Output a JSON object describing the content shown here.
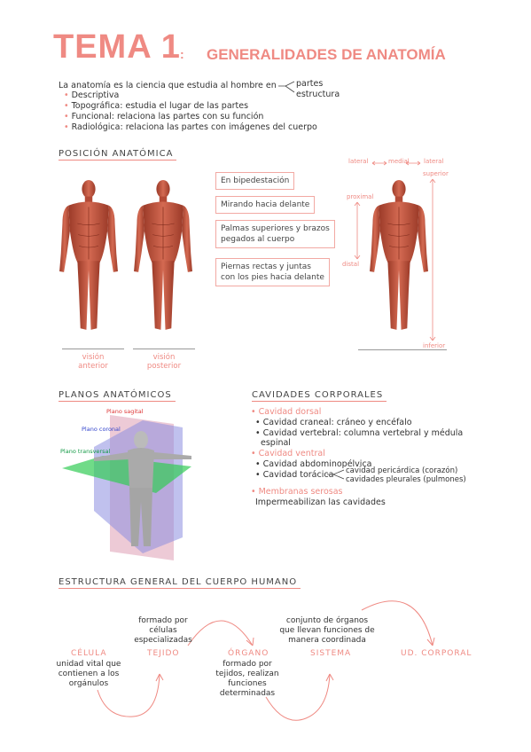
{
  "title": {
    "number": "TEMA 1",
    "colon": ":",
    "subtitle": "GENERALIDADES DE ANATOMÍA"
  },
  "intro": {
    "definition": "La anatomía es la ciencia que estudia al hombre en",
    "branch_1": "partes",
    "branch_2": "estructura",
    "types": [
      {
        "name": "Descriptiva",
        "desc": ""
      },
      {
        "name": "Topográfica",
        "desc": ": estudia el lugar de las partes"
      },
      {
        "name": "Funcional",
        "desc": ": relaciona las partes con su función"
      },
      {
        "name": "Radiológica",
        "desc": ": relaciona las partes con imágenes del cuerpo"
      }
    ]
  },
  "posicion": {
    "heading": "POSICIÓN ANATÓMICA",
    "boxes": [
      "En bipedestación",
      "Mirando hacia delante",
      "Palmas superiores y brazos",
      "pegados al cuerpo",
      "Piernas rectas y juntas",
      "con los pies hacia delante"
    ],
    "labels": {
      "anterior_1": "visión",
      "anterior_2": "anterior",
      "posterior_1": "visión",
      "posterior_2": "posterior",
      "lateral_left": "lateral",
      "medial": "medial",
      "lateral_right": "lateral",
      "superior": "superior",
      "proximal": "proximal",
      "distal": "distal",
      "inferior": "inferior"
    }
  },
  "planos": {
    "heading": "PLANOS ANATÓMICOS",
    "sagital": "Plano sagital",
    "coronal": "Plano coronal",
    "transversal": "Plano transversal"
  },
  "cavidades": {
    "heading": "CAVIDADES CORPORALES",
    "dorsal": "Cavidad dorsal",
    "craneal": "Cavidad craneal: cráneo y encéfalo",
    "vertebral_1": "Cavidad vertebral: columna vertebral y médula",
    "vertebral_2": "espinal",
    "ventral": "Cavidad ventral",
    "abdomino": "Cavidad abdominopélvica",
    "toracica": "Cavidad torácica",
    "pericardica": "cavidad pericárdica (corazón)",
    "pleurales": "cavidades pleurales (pulmones)",
    "membranas": "Membranas serosas",
    "imperm": "Impermeabilizan las cavidades"
  },
  "estructura": {
    "heading": "ESTRUCTURA GENERAL DEL CUERPO HUMANO",
    "celula": "CÉLULA",
    "celula_desc": [
      "unidad vital que",
      "contienen a los",
      "orgánulos"
    ],
    "tejido": "TEJIDO",
    "tejido_desc": [
      "formado por",
      "células",
      "especializadas"
    ],
    "organo": "ÓRGANO",
    "organo_desc": [
      "formado por",
      "tejidos, realizan",
      "funciones",
      "determinadas"
    ],
    "sistema": "SISTEMA",
    "sistema_desc": [
      "conjunto de órganos",
      "que llevan funciones de",
      "manera coordinada"
    ],
    "ud": "UD. CORPORAL"
  },
  "colors": {
    "accent": "#ef8a83",
    "muscle": "#c9553f",
    "muscle_dark": "#8f3526"
  }
}
